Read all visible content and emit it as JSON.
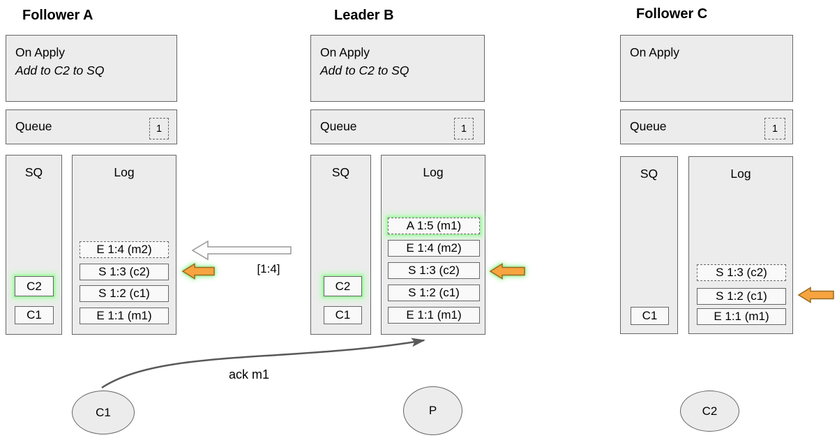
{
  "columns": [
    {
      "title": "Follower A",
      "on_apply_title": "On Apply",
      "on_apply_rule": "Add to C2 to SQ",
      "queue_label": "Queue",
      "queue_count": "1",
      "sq_label": "SQ",
      "sq_items": [
        {
          "label": "C2",
          "highlight": true
        },
        {
          "label": "C1",
          "highlight": false
        }
      ],
      "log_label": "Log",
      "log_entries": [
        {
          "text": "E 1:4 (m2)",
          "dashed": true,
          "highlight": false
        },
        {
          "text": "S 1:3 (c2)",
          "dashed": false,
          "highlight": false
        },
        {
          "text": "S 1:2 (c1)",
          "dashed": false,
          "highlight": false
        },
        {
          "text": "E 1:1 (m1)",
          "dashed": false,
          "highlight": false
        }
      ]
    },
    {
      "title": "Leader B",
      "on_apply_title": "On Apply",
      "on_apply_rule": "Add to C2 to SQ",
      "queue_label": "Queue",
      "queue_count": "1",
      "sq_label": "SQ",
      "sq_items": [
        {
          "label": "C2",
          "highlight": true
        },
        {
          "label": "C1",
          "highlight": false
        }
      ],
      "log_label": "Log",
      "log_entries": [
        {
          "text": "A 1:5 (m1)",
          "dashed": true,
          "highlight": true
        },
        {
          "text": "E 1:4 (m2)",
          "dashed": false,
          "highlight": false
        },
        {
          "text": "S 1:3 (c2)",
          "dashed": false,
          "highlight": false
        },
        {
          "text": "S 1:2 (c1)",
          "dashed": false,
          "highlight": false
        },
        {
          "text": "E 1:1 (m1)",
          "dashed": false,
          "highlight": false
        }
      ]
    },
    {
      "title": "Follower C",
      "on_apply_title": "On Apply",
      "on_apply_rule": "",
      "queue_label": "Queue",
      "queue_count": "1",
      "sq_label": "SQ",
      "sq_items": [
        {
          "label": "C1",
          "highlight": false
        }
      ],
      "log_label": "Log",
      "log_entries": [
        {
          "text": "S 1:3 (c2)",
          "dashed": true,
          "highlight": false
        },
        {
          "text": "S 1:2 (c1)",
          "dashed": false,
          "highlight": false
        },
        {
          "text": "E 1:1 (m1)",
          "dashed": false,
          "highlight": false
        }
      ]
    }
  ],
  "arrow_labels": {
    "replicate": "[1:4]",
    "ack": "ack m1"
  },
  "actors": [
    {
      "label": "C1"
    },
    {
      "label": "P"
    },
    {
      "label": "C2"
    }
  ],
  "colors": {
    "box_fill": "#ececec",
    "entry_fill": "#f9f9f9",
    "box_border": "#666666",
    "orange_arrow_fill": "#f7a440",
    "orange_arrow_border": "#996a1f",
    "white_arrow_border": "#999999",
    "ack_arrow": "#595959",
    "highlight_glow": "#7ded7d"
  }
}
